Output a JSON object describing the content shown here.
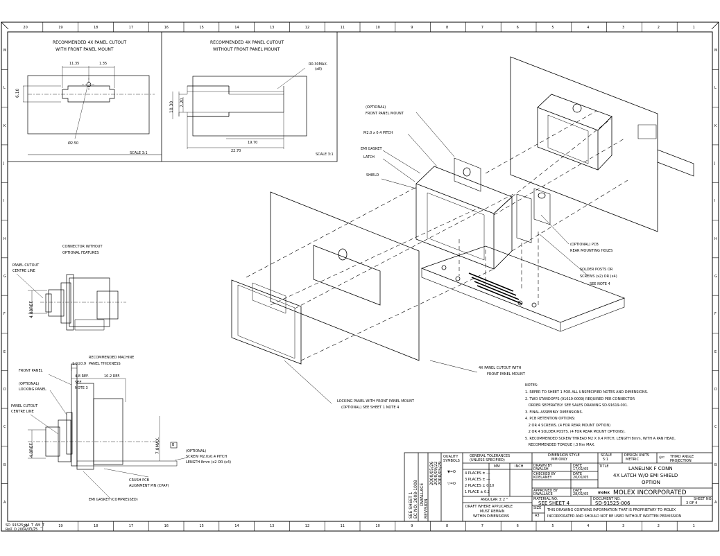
{
  "border": {
    "columns": [
      "20",
      "19",
      "18",
      "17",
      "16",
      "15",
      "14",
      "13",
      "12",
      "11",
      "10",
      "9",
      "8",
      "7",
      "6",
      "5",
      "4",
      "3",
      "2",
      "1"
    ],
    "rows": [
      "M",
      "L",
      "K",
      "J",
      "I",
      "H",
      "G",
      "F",
      "E",
      "D",
      "C",
      "B",
      "A"
    ]
  },
  "views": {
    "cutout_with_mount": {
      "title_line1": "RECOMMENDED 4X PANEL CUTOUT",
      "title_line2": "WITH FRONT PANEL MOUNT",
      "dim_a": "11.35",
      "dim_b": "1.35",
      "dim_h": "6.10",
      "dim_hole": "Ø2.50",
      "scale": "SCALE 3:1"
    },
    "cutout_without_mount": {
      "title_line1": "RECOMMENDED 4X PANEL CUTOUT",
      "title_line2": "WITHOUT FRONT PANEL MOUNT",
      "dim_r": "R0.30MAX.",
      "dim_r2": "(x8)",
      "dim_h1": "10.30",
      "dim_h2": "7.20",
      "dim_w1": "19.70",
      "dim_w2": "22.70",
      "scale": "SCALE 3:1"
    },
    "connector_without": {
      "title_line1": "CONNECTOR WITHOUT",
      "title_line2": "OPTIONAL FEATURES",
      "label_cutout1": "PANEL CUTOUT",
      "label_cutout2": "CENTRE LINE",
      "dim": "4.88REF."
    },
    "side_section": {
      "machine1": "RECOMMENDED MACHINE",
      "machine2": "PANEL THICKNESS",
      "dim_thk": "1.0±0.9",
      "front_panel": "FRONT PANEL",
      "opt_lock1": "(OPTIONAL)",
      "opt_lock2": "LOCKING PANEL",
      "cut1": "PANEL CUTOUT",
      "cut2": "CENTRE LINE",
      "dim_ref": "4.8 REF.",
      "dim_ref2": "10.2 REF.",
      "see1": "SEE",
      "see2": "NOTE 3",
      "dim_h": "4.8REF.",
      "dim_max": "7.8MAX.",
      "datum": "B",
      "screw1": "(OPTIONAL)",
      "screw2": "SCREW M2.0x0.4 PITCH",
      "screw3": "LENGTH 8mm (x2 OR (x4)",
      "crush1": "CRUSH PCB",
      "crush2": "ALIGNMENT PIN (CPAP)",
      "emi": "EMI GASKET (COMPRESSED)"
    },
    "isometric": {
      "opt1": "(OPTIONAL)",
      "opt2": "FRONT PANEL MOUNT",
      "pitch": "M2.0 x 0.4 PITCH",
      "emi": "EMI GASKET",
      "latch": "LATCH",
      "shield": "SHIELD",
      "pcb1": "(OPTIONAL) PCB",
      "pcb2": "REAR MOUNTING HOLES",
      "posts1": "SOLDER POSTS OR",
      "posts2": "SCREWS (x2) OR (x4)",
      "posts3": "SEE NOTE 4",
      "cutout1": "4X PANEL CUTOUT WITH",
      "cutout2": "FRONT PANEL MOUNT",
      "lock1": "LOCKING PANEL WITH FRONT PANEL MOUNT",
      "lock2": "(OPTIONAL) SEE SHEET 1 NOTE 4"
    }
  },
  "notes": {
    "heading": "NOTES:",
    "items": [
      "1. REFER TO SHEET 1 FOR ALL UNSPECIFIED NOTES AND DIMENSIONS.",
      "2. TWO STANDOFFS (91619-0009) REQUIRED PER CONNECTOR",
      "   ORDER SEPERATELY. SEE SALES DRAWING SD-91619-001.",
      "3. FINAL ASSEMBLY DIMENSIONS.",
      "4. PCB RETENTION OPTIONS:",
      "   2 OR 4 SCREWS. (4 FOR REAR MOUNT OPTION)",
      "   2 OR 4 SOLDER POSTS. (4 FOR REAR MOUNT OPTIONS).",
      "5. RECOMMENDED SCREW THREAD M2 X 0.4 PITCH, LENGTH 8mm, WITH A PAN HEAD,",
      "   RECOMMENDED TORQUE (.3 Nm MAX."
    ]
  },
  "title_block": {
    "quality": "QUALITY SYMBOLS",
    "tol_title1": "GENERAL TOLERANCES",
    "tol_title2": "(UNLESS SPECIFIED)",
    "mm": "MM",
    "inch": "INCH",
    "tol_rows": [
      "4 PLACES ± ---",
      "3 PLACES ± ---",
      "2 PLACES ± 0.10",
      "1 PLACE ± 0.2"
    ],
    "angular": "ANGULAR ± 2 °",
    "draft1": "DRAFT WHERE APPLICABLE",
    "draft2": "MUST REMAIN",
    "draft3": "WITHIN DIMENSIONS",
    "dim_style_label": "DIMENSION STYLE",
    "dim_style": "MM ONLY",
    "scale_label": "SCALE",
    "scale": "5:1",
    "design_units_label": "DESIGN UNITS",
    "design_units": "METRIC",
    "projection": "THIRD ANGLE PROJECTION",
    "drawn_label": "DRAWN BY",
    "drawn": "DWALSH",
    "drawn_date": "17/01/05",
    "checked_label": "CHECKED BY",
    "checked": "KDELANEY",
    "checked_date": "20/01/05",
    "approved_label": "APPROVED BY",
    "approved": "DWALLACE",
    "approved_date": "28/01/05",
    "date_label": "DATE",
    "title_label": "TITLE",
    "title1": "LANELINK F CONN",
    "title2": "4X LATCH W/O EMI SHIELD",
    "title3": "OPTION",
    "company": "MOLEX INCORPORATED",
    "logo": "molex",
    "material_label": "MATERIAL NO.",
    "material": "SEE SHEET 4",
    "doc_label": "DOCUMENT NO.",
    "doc": "SD-91525-006",
    "sheet_label": "SHEET NO.",
    "sheet": "3 OF 4",
    "size_label": "SIZE",
    "size": "A3",
    "proprietary1": "THIS DRAWING CONTAINS INFORMATION THAT IS PROPRIETARY TO MOLEX",
    "proprietary2": "INCORPORATED AND SHOULD NOT BE USED WITHOUT WRITTEN PERMISSION",
    "revision_col": [
      "SEE SHEET 1",
      "EC NO: 2008-1008",
      "DWALLACE",
      "REVISION"
    ],
    "revision_dates": [
      "2000/05/26",
      "2000/09/22",
      "2000/05/29"
    ]
  },
  "footer": {
    "file1": "SD_91525_A4_T_AM_T",
    "file2": "Rev. D 2004/03/25"
  }
}
